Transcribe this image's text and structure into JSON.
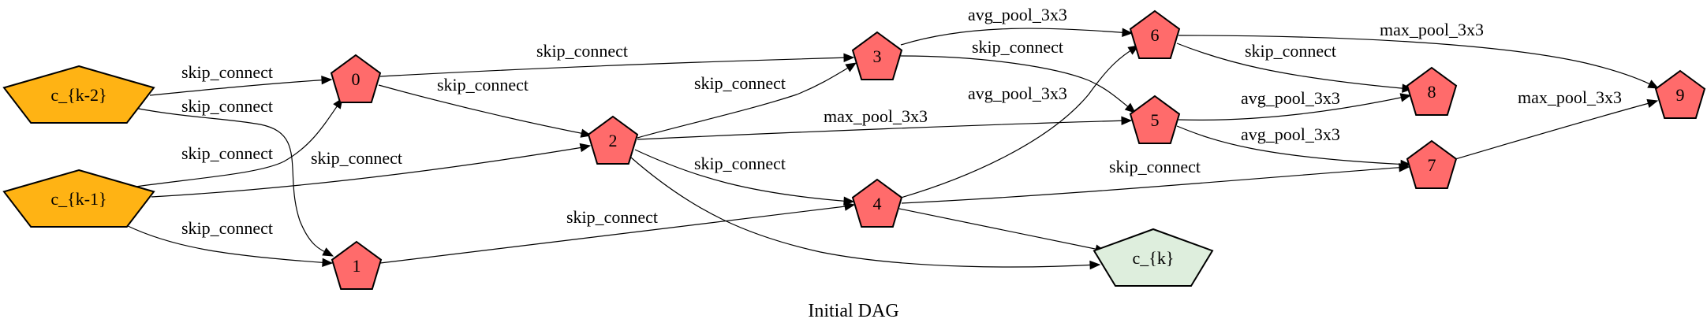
{
  "caption": "Initial DAG",
  "colors": {
    "input": "#FFB314",
    "intermediate": "#FF6B6B",
    "output": "#DEEEDD"
  },
  "nodes": [
    {
      "id": "ck2",
      "label": "c_{k-2}",
      "kind": "input"
    },
    {
      "id": "ck1",
      "label": "c_{k-1}",
      "kind": "input"
    },
    {
      "id": "n0",
      "label": "0",
      "kind": "intermediate"
    },
    {
      "id": "n1",
      "label": "1",
      "kind": "intermediate"
    },
    {
      "id": "n2",
      "label": "2",
      "kind": "intermediate"
    },
    {
      "id": "n3",
      "label": "3",
      "kind": "intermediate"
    },
    {
      "id": "n4",
      "label": "4",
      "kind": "intermediate"
    },
    {
      "id": "n5",
      "label": "5",
      "kind": "intermediate"
    },
    {
      "id": "n6",
      "label": "6",
      "kind": "intermediate"
    },
    {
      "id": "n7",
      "label": "7",
      "kind": "intermediate"
    },
    {
      "id": "n8",
      "label": "8",
      "kind": "intermediate"
    },
    {
      "id": "n9",
      "label": "9",
      "kind": "intermediate"
    },
    {
      "id": "ck",
      "label": "c_{k}",
      "kind": "output"
    }
  ],
  "edges": [
    {
      "id": "e-ck2-n0",
      "from": "c_{k-2}",
      "to": "0",
      "label": "skip_connect"
    },
    {
      "id": "e-ck2-n1",
      "from": "c_{k-2}",
      "to": "1",
      "label": "skip_connect"
    },
    {
      "id": "e-ck1-n0",
      "from": "c_{k-1}",
      "to": "0",
      "label": "skip_connect"
    },
    {
      "id": "e-ck1-n2",
      "from": "c_{k-1}",
      "to": "2",
      "label": "skip_connect"
    },
    {
      "id": "e-ck1-n1",
      "from": "c_{k-1}",
      "to": "1",
      "label": "skip_connect"
    },
    {
      "id": "e-n0-n3",
      "from": "0",
      "to": "3",
      "label": "skip_connect"
    },
    {
      "id": "e-n0-n2",
      "from": "0",
      "to": "2",
      "label": "skip_connect"
    },
    {
      "id": "e-n1-n4",
      "from": "1",
      "to": "4",
      "label": "skip_connect"
    },
    {
      "id": "e-n2-n3",
      "from": "2",
      "to": "3",
      "label": "skip_connect"
    },
    {
      "id": "e-n2-n5",
      "from": "2",
      "to": "5",
      "label": "max_pool_3x3"
    },
    {
      "id": "e-n2-n4",
      "from": "2",
      "to": "4",
      "label": "skip_connect"
    },
    {
      "id": "e-n2-ck",
      "from": "2",
      "to": "c_{k}",
      "label": ""
    },
    {
      "id": "e-n3-n6",
      "from": "3",
      "to": "6",
      "label": "avg_pool_3x3"
    },
    {
      "id": "e-n3-n5",
      "from": "3",
      "to": "5",
      "label": "skip_connect"
    },
    {
      "id": "e-n4-n6",
      "from": "4",
      "to": "6",
      "label": "avg_pool_3x3"
    },
    {
      "id": "e-n4-n7",
      "from": "4",
      "to": "7",
      "label": "skip_connect"
    },
    {
      "id": "e-n4-ck",
      "from": "4",
      "to": "c_{k}",
      "label": ""
    },
    {
      "id": "e-n6-n9",
      "from": "6",
      "to": "9",
      "label": "max_pool_3x3"
    },
    {
      "id": "e-n6-n8",
      "from": "6",
      "to": "8",
      "label": "skip_connect"
    },
    {
      "id": "e-n5-n8",
      "from": "5",
      "to": "8",
      "label": "avg_pool_3x3"
    },
    {
      "id": "e-n5-n7",
      "from": "5",
      "to": "7",
      "label": "avg_pool_3x3"
    },
    {
      "id": "e-n7-n9",
      "from": "7",
      "to": "9",
      "label": "max_pool_3x3"
    }
  ]
}
